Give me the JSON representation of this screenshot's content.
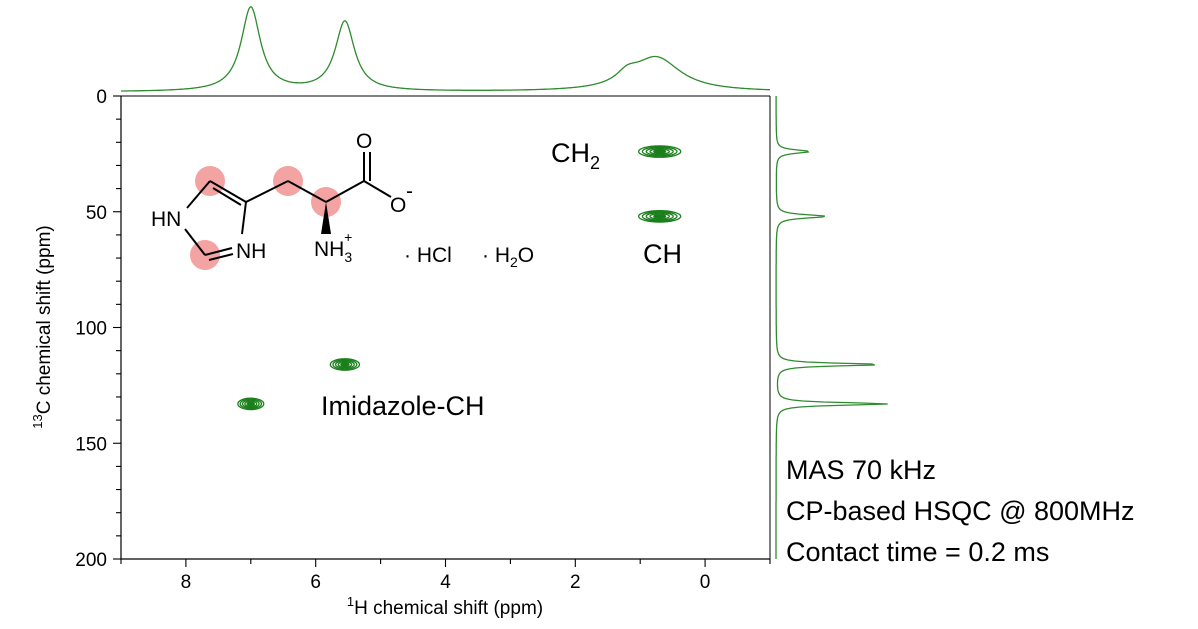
{
  "chart_data": {
    "type": "heatmap",
    "title": "",
    "xlabel": {
      "sup": "1",
      "text": "H chemical shift (ppm)"
    },
    "ylabel": {
      "sup": "13",
      "text": "C chemical shift (ppm)"
    },
    "xlim": [
      9,
      -1
    ],
    "ylim": [
      0,
      200
    ],
    "x_ticks": [
      "8",
      "6",
      "4",
      "2",
      "0"
    ],
    "y_ticks": [
      "0",
      "50",
      "100",
      "150",
      "200"
    ],
    "x_tick_values": [
      8,
      6,
      4,
      2,
      0
    ],
    "y_tick_values": [
      0,
      50,
      100,
      150,
      200
    ],
    "color": "#1a7f1a",
    "cross_peaks": [
      {
        "label": "CH2",
        "h_ppm": 0.7,
        "c_ppm": 24,
        "h_width": 0.65,
        "c_width": 1.6
      },
      {
        "label": "CH",
        "h_ppm": 0.7,
        "c_ppm": 52,
        "h_width": 0.65,
        "c_width": 1.6
      },
      {
        "label": "Imidazole-CH",
        "h_ppm": 5.55,
        "c_ppm": 116,
        "h_width": 0.45,
        "c_width": 1.6
      },
      {
        "label": "Imidazole-CH",
        "h_ppm": 7.0,
        "c_ppm": 133,
        "h_width": 0.4,
        "c_width": 1.6
      }
    ],
    "projection_1h": [
      {
        "ppm": 7.0,
        "intensity": 1.0,
        "width": 0.18
      },
      {
        "ppm": 5.55,
        "intensity": 0.83,
        "width": 0.18
      },
      {
        "ppm": 0.75,
        "intensity": 0.4,
        "width": 0.45
      },
      {
        "ppm": 1.2,
        "intensity": 0.12,
        "width": 0.2
      }
    ],
    "projection_13c": [
      {
        "ppm": 24,
        "intensity": 0.3,
        "width": 0.9
      },
      {
        "ppm": 52,
        "intensity": 0.45,
        "width": 0.9
      },
      {
        "ppm": 116,
        "intensity": 0.95,
        "width": 0.7
      },
      {
        "ppm": 133,
        "intensity": 1.0,
        "width": 0.7
      }
    ]
  },
  "annotations": {
    "ch2": {
      "main": "CH",
      "sub": "2"
    },
    "ch": "CH",
    "imidazole": "Imidazole-CH"
  },
  "molecule": {
    "hn": "HN",
    "nh": "NH",
    "o_top": "O",
    "o_minus": "O",
    "charge_minus": "-",
    "nh3": "NH",
    "nh3_sub": "3",
    "nh3_plus": "+",
    "hcl": "· HCl",
    "h2o_pre": "· H",
    "h2o_sub": "2",
    "h2o_post": "O"
  },
  "conditions": [
    "MAS 70 kHz",
    "CP-based HSQC @ 800MHz",
    "Contact time = 0.2 ms"
  ]
}
